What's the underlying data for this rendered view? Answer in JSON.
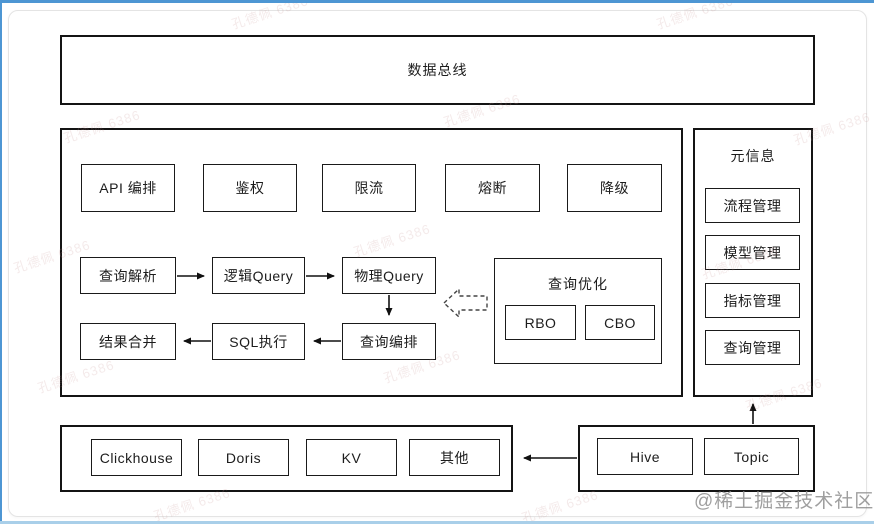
{
  "frame": {
    "top_strip_color": "#4d96d3",
    "bottom_strip_color": "#a9cfe9",
    "credit": "@稀土掘金技术社区",
    "tile_watermark": "孔德佩 6386"
  },
  "bus": {
    "label": "数据总线"
  },
  "gateway": {
    "capabilities": [
      "API 编排",
      "鉴权",
      "限流",
      "熔断",
      "降级"
    ],
    "flow_top": [
      "查询解析",
      "逻辑Query",
      "物理Query"
    ],
    "flow_bottom": [
      "结果合并",
      "SQL执行",
      "查询编排"
    ],
    "optimizer": {
      "title": "查询优化",
      "items": [
        "RBO",
        "CBO"
      ]
    }
  },
  "meta": {
    "title": "元信息",
    "items": [
      "流程管理",
      "模型管理",
      "指标管理",
      "查询管理"
    ]
  },
  "storage": {
    "items": [
      "Clickhouse",
      "Doris",
      "KV",
      "其他"
    ]
  },
  "sources": {
    "items": [
      "Hive",
      "Topic"
    ]
  }
}
